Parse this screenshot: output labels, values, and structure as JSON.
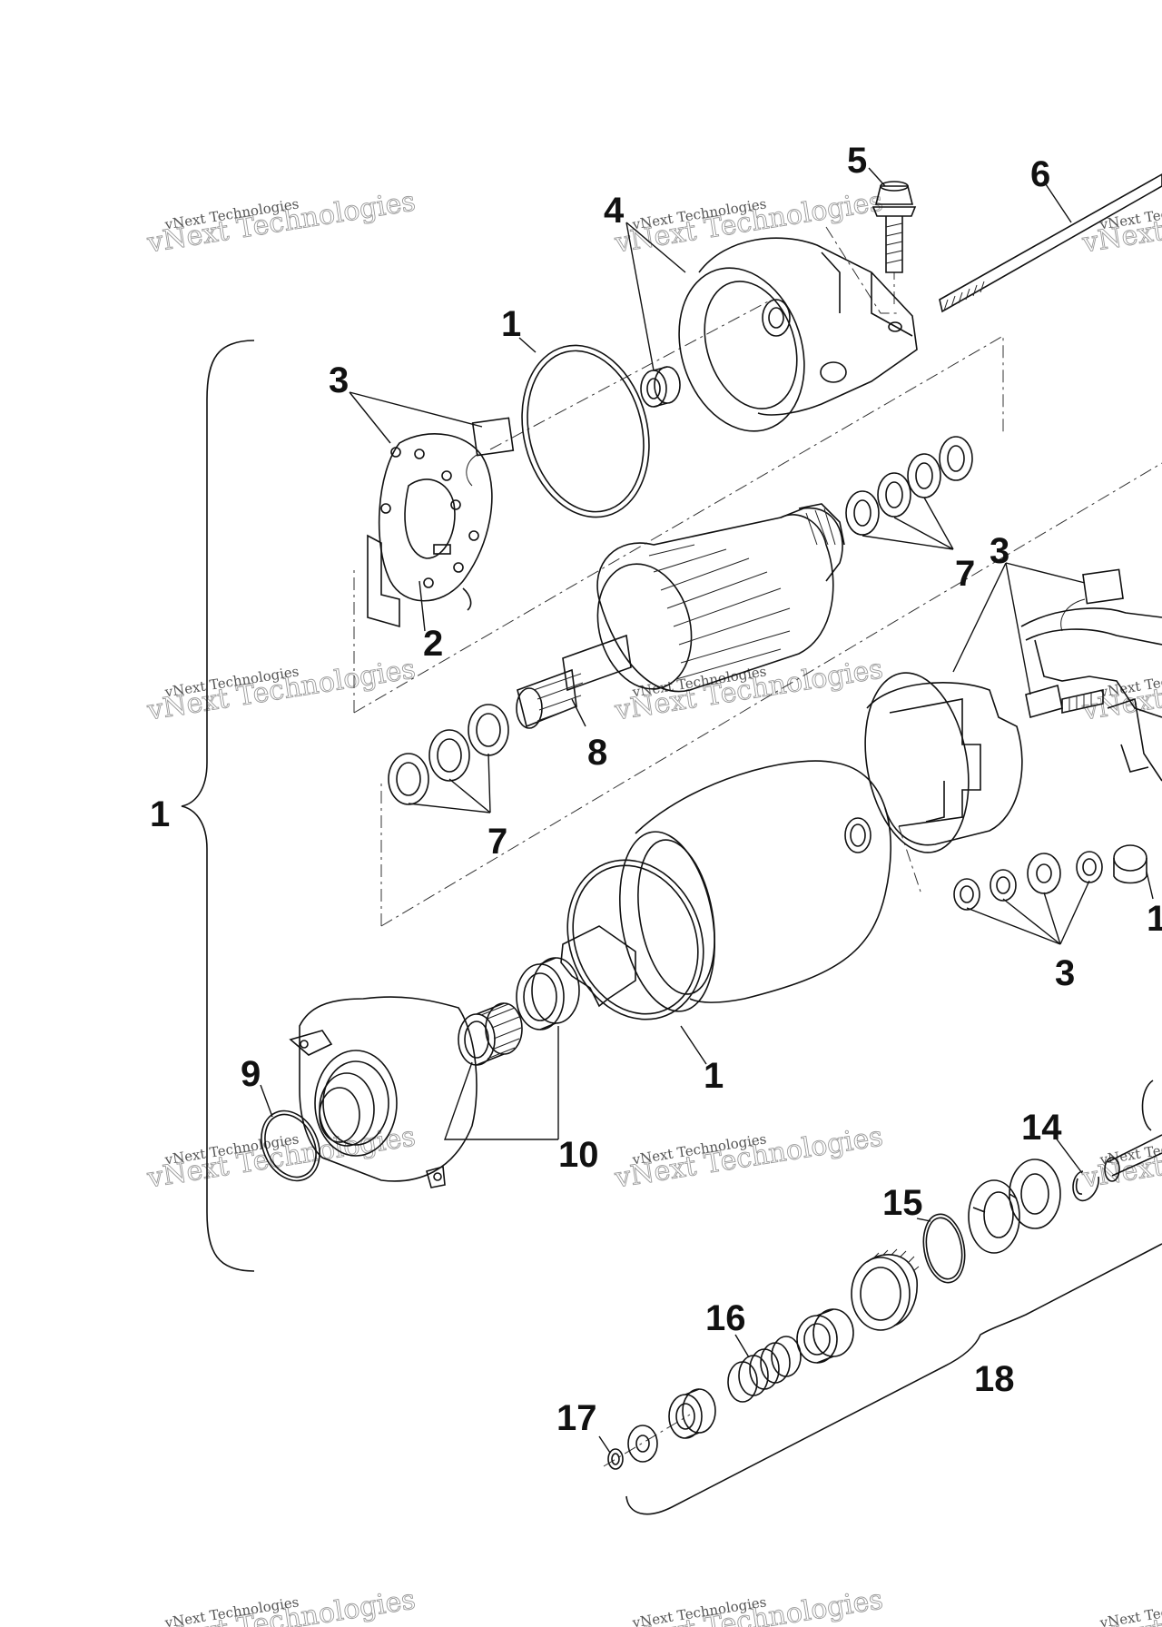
{
  "callouts": {
    "c1_top": "1",
    "c1_bracket": "1",
    "c1_lower": "1",
    "c1_right": "1",
    "c2": "2",
    "c3_brush": "3",
    "c3_right": "3",
    "c3_washers": "3",
    "c4": "4",
    "c5": "5",
    "c6": "6",
    "c7_upper": "7",
    "c7_lower": "7",
    "c8": "8",
    "c9": "9",
    "c10": "10",
    "c14": "14",
    "c15": "15",
    "c16": "16",
    "c17": "17",
    "c18": "18"
  },
  "watermark": {
    "line1": "vNext Technologies",
    "line2": "vNext Technologies"
  },
  "colors": {
    "ink": "#111111",
    "background": "#ffffff",
    "watermark": "#9a9a9a"
  }
}
